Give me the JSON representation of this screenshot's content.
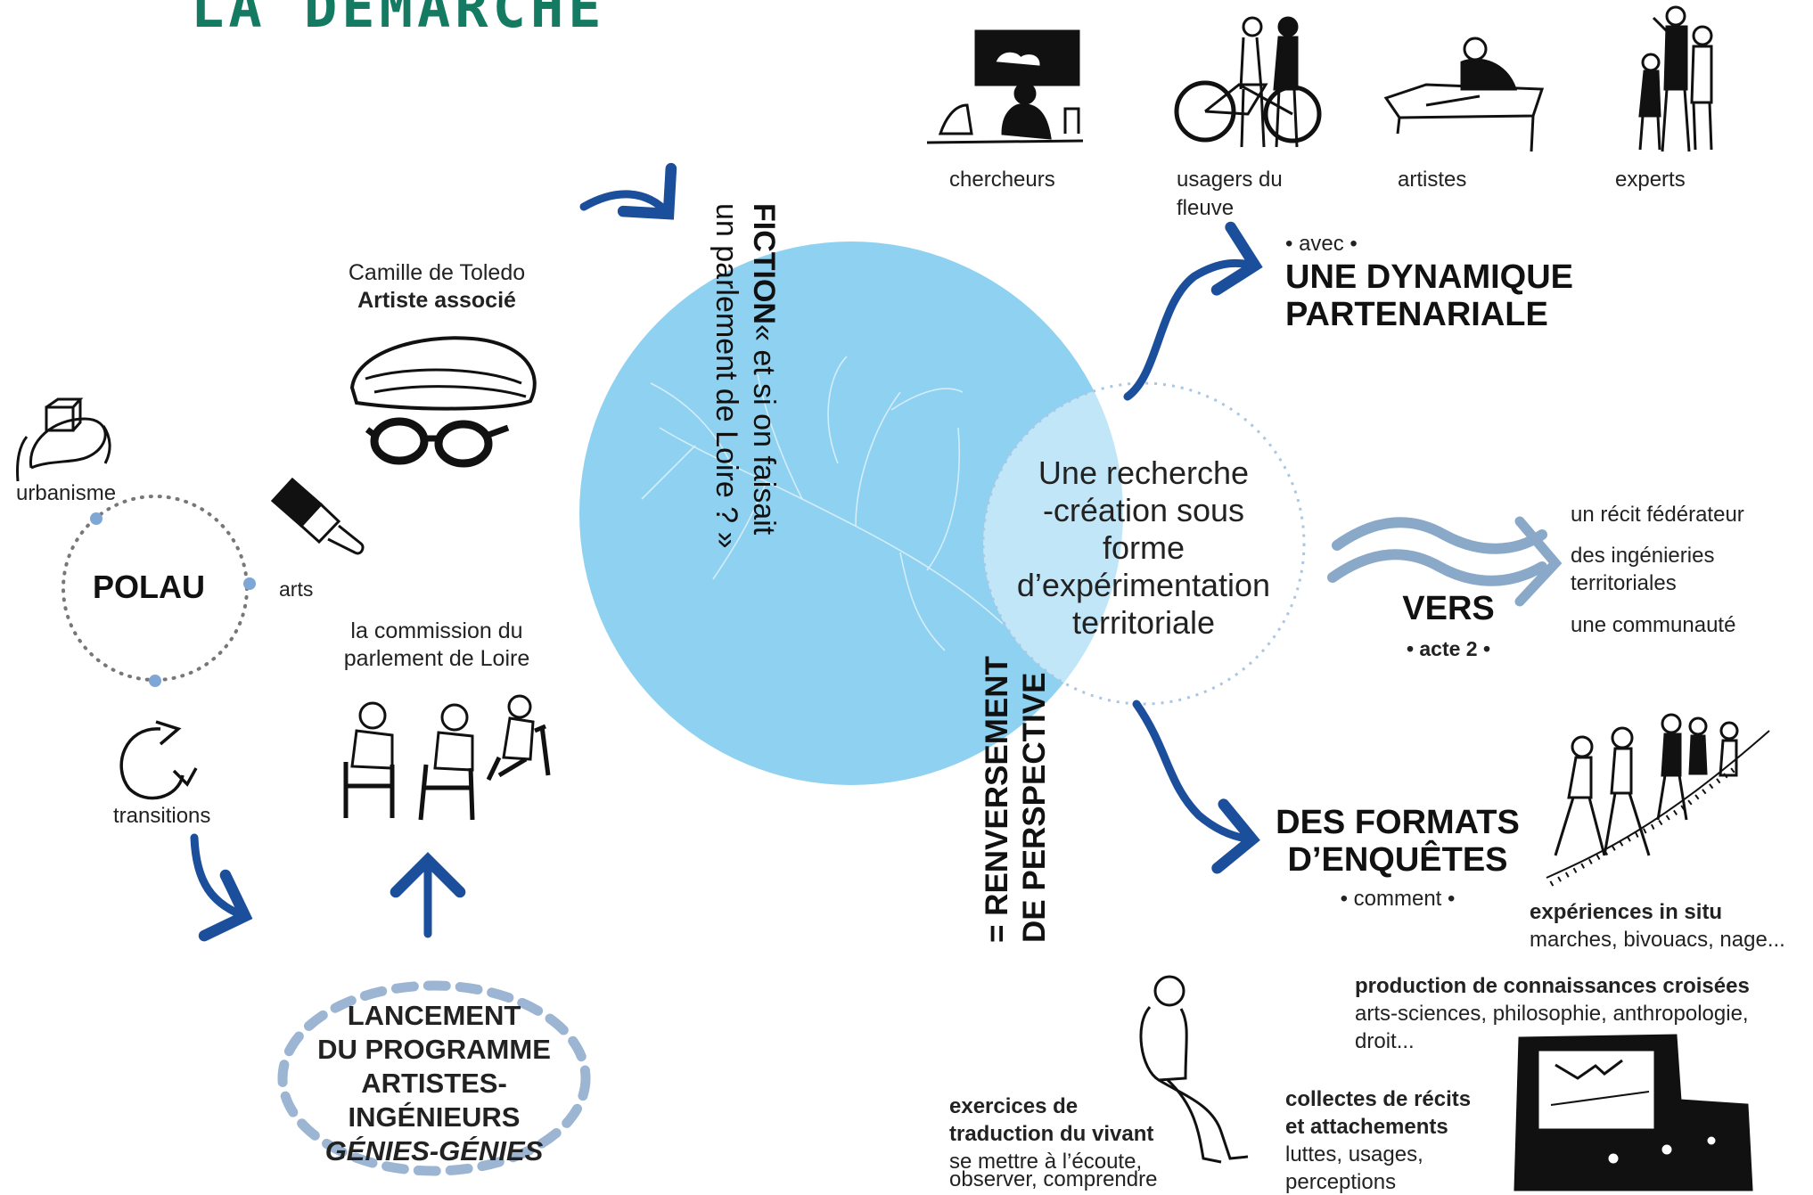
{
  "title": "LA DÉMARCHE",
  "left": {
    "polau": "POLAU",
    "urbanisme": "urbanisme",
    "arts": "arts",
    "transitions": "transitions",
    "camille_name": "Camille de Toledo",
    "camille_role": "Artiste associé",
    "commission_line1": "la commission du",
    "commission_line2": "parlement de Loire",
    "launch": [
      "LANCEMENT",
      "DU PROGRAMME",
      "ARTISTES-",
      "INGÉNIEURS"
    ],
    "launch_italic": "GÉNIES-GÉNIES"
  },
  "center": {
    "fiction_bold": "FICTION",
    "fiction_line1": "« et si on faisait",
    "fiction_line2": "un parlement de Loire ? »",
    "recherche": [
      "Une recherche",
      "-création sous",
      "forme",
      "d’expérimentation",
      "territoriale"
    ],
    "renversement_line1": "= RENVERSEMENT",
    "renversement_line2": "DE PERSPECTIVE"
  },
  "top": {
    "partners": [
      "chercheurs",
      "usagers du",
      "fleuve",
      "artistes",
      "experts"
    ],
    "avec": "• avec •",
    "dynamique_line1": "UNE DYNAMIQUE",
    "dynamique_line2": "PARTENARIALE"
  },
  "vers": {
    "label": "VERS",
    "acte": "• acte 2 •",
    "items": [
      "un récit fédérateur",
      "des ingénieries",
      "territoriales",
      "une communauté"
    ]
  },
  "formats": {
    "line1": "DES FORMATS",
    "line2": "D’ENQUÊTES",
    "comment": "• comment •",
    "insitu_title": "expériences in situ",
    "insitu_desc": "marches, bivouacs, nage...",
    "prod_title": "production de connaissances croisées",
    "prod_desc1": "arts-sciences, philosophie, anthropologie,",
    "prod_desc2": "droit...",
    "collectes_title1": "collectes de récits",
    "collectes_title2": "et attachements",
    "collectes_desc1": "luttes, usages,",
    "collectes_desc2": "perceptions",
    "exercices_title1": "exercices de",
    "exercices_title2": "traduction du vivant",
    "exercices_desc1": "se mettre à l’écoute,",
    "exercices_desc2": "observer, comprendre"
  },
  "colors": {
    "title_green": "#157a62",
    "arrow_blue": "#1b4f9c",
    "circle_blue": "#8fd1f0",
    "dot_grey": "#7a7a7a",
    "dash_blue": "#9cb5d2",
    "wave_blue": "#8aa9c9"
  }
}
